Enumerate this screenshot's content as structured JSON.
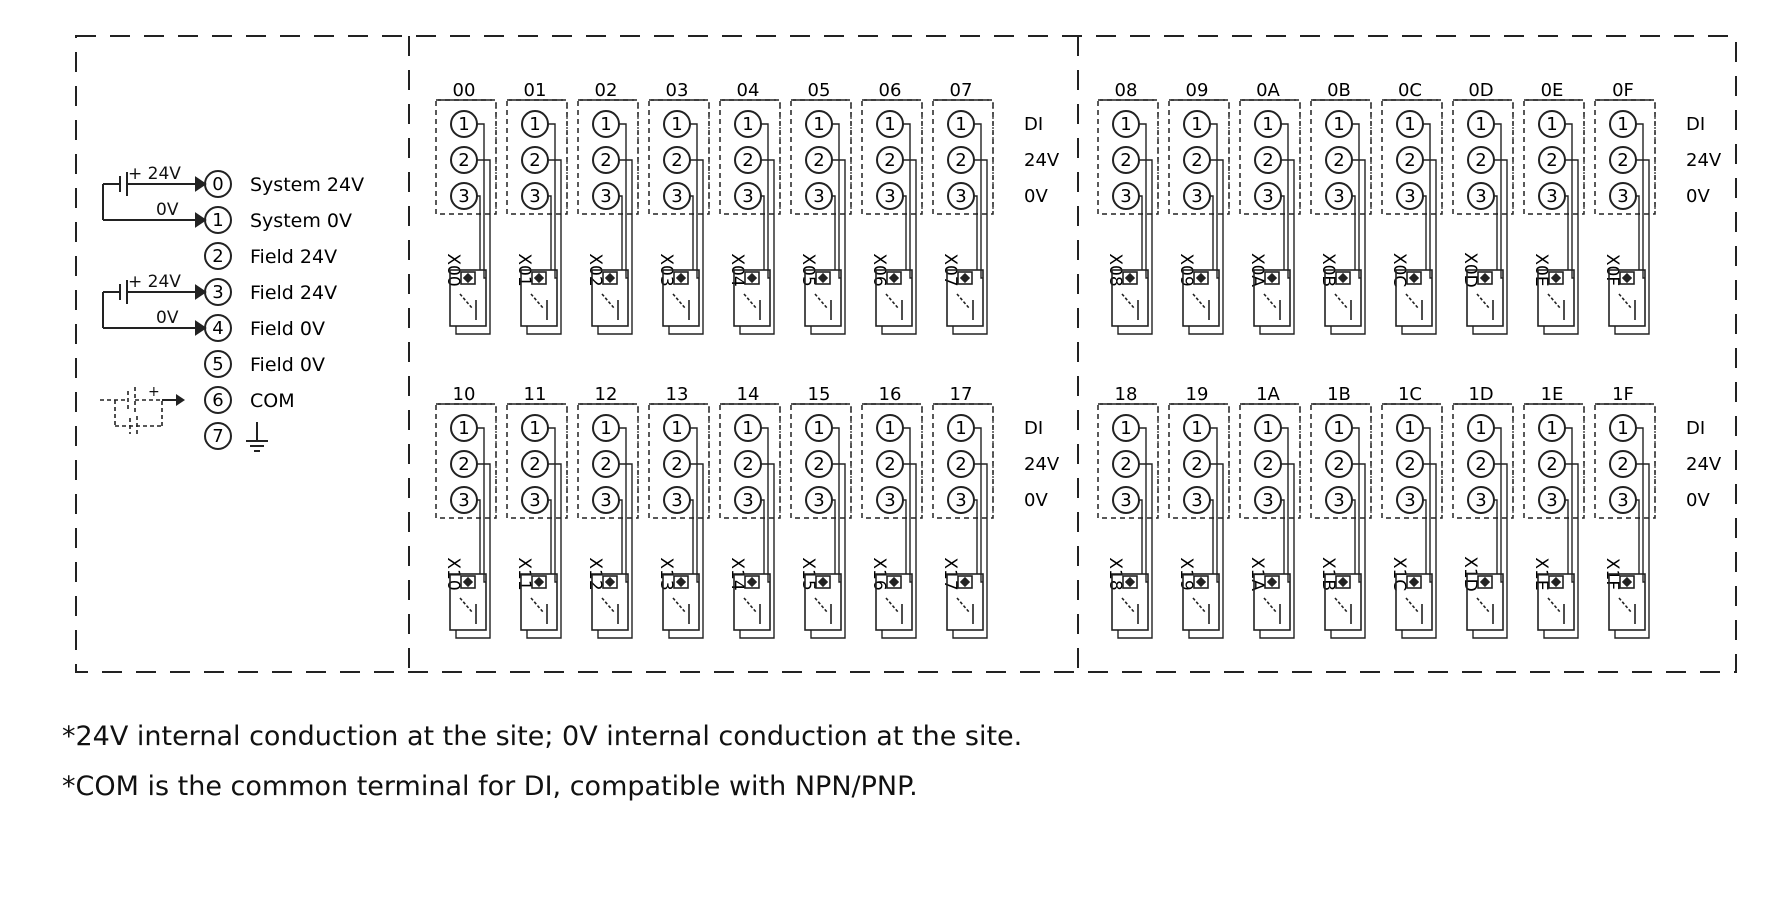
{
  "power_block": {
    "terminals": [
      {
        "num": "0",
        "label": "System 24V"
      },
      {
        "num": "1",
        "label": "System 0V"
      },
      {
        "num": "2",
        "label": "Field 24V"
      },
      {
        "num": "3",
        "label": "Field 24V"
      },
      {
        "num": "4",
        "label": "Field 0V"
      },
      {
        "num": "5",
        "label": "Field 0V"
      },
      {
        "num": "6",
        "label": "COM"
      },
      {
        "num": "7",
        "label": ""
      }
    ],
    "supply_plus": "+ 24V",
    "supply_zero": "0V"
  },
  "channel_terminals": [
    "1",
    "2",
    "3"
  ],
  "pin_labels": [
    "DI",
    "24V",
    "0V"
  ],
  "groups": [
    {
      "channels": [
        "00",
        "01",
        "02",
        "03",
        "04",
        "05",
        "06",
        "07"
      ],
      "inputs": [
        "X00",
        "X01",
        "X02",
        "X03",
        "X04",
        "X05",
        "X06",
        "X07"
      ]
    },
    {
      "channels": [
        "08",
        "09",
        "0A",
        "0B",
        "0C",
        "0D",
        "0E",
        "0F"
      ],
      "inputs": [
        "X08",
        "X09",
        "X0A",
        "X0B",
        "X0C",
        "X0D",
        "X0E",
        "X0F"
      ]
    },
    {
      "channels": [
        "10",
        "11",
        "12",
        "13",
        "14",
        "15",
        "16",
        "17"
      ],
      "inputs": [
        "X10",
        "X11",
        "X12",
        "X13",
        "X14",
        "X15",
        "X16",
        "X17"
      ]
    },
    {
      "channels": [
        "18",
        "19",
        "1A",
        "1B",
        "1C",
        "1D",
        "1E",
        "1F"
      ],
      "inputs": [
        "X18",
        "X19",
        "X1A",
        "X1B",
        "X1C",
        "X1D",
        "X1E",
        "X1F"
      ]
    }
  ],
  "notes": [
    "*24V internal conduction at the site; 0V internal conduction at the site.",
    "*COM is the common terminal for DI, compatible with NPN/PNP."
  ]
}
